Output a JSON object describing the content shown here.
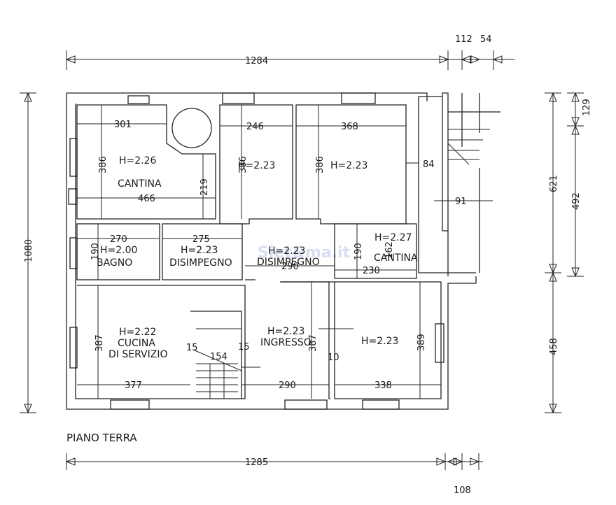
{
  "plan": {
    "title": "PIANO TERRA",
    "watermark": "Siet&ma.it",
    "overall": {
      "top_width": "1284",
      "bottom_width": "1285",
      "top_extra_a": "112",
      "top_extra_b": "54",
      "bottom_extra": "108",
      "left_height": "1080",
      "right_total": "621",
      "right_mid": "492",
      "right_small": "129",
      "right_bottom": "458"
    },
    "rooms": {
      "cantina_left": {
        "height": "H=2.26",
        "name": "CANTINA",
        "w": "301",
        "w2": "466",
        "h": "386",
        "h2": "219"
      },
      "room_246": {
        "height": "H=2.23",
        "w": "246",
        "h": "386"
      },
      "room_368": {
        "height": "H=2.23",
        "w": "368",
        "h": "386",
        "side": "84"
      },
      "stair_gap": {
        "w": "91"
      },
      "bagno": {
        "height": "H=2.00",
        "name": "BAGNO",
        "w": "270",
        "h": "190"
      },
      "disimpegno_1": {
        "height": "H=2.23",
        "name": "DISIMPEGNO",
        "w": "275"
      },
      "disimpegno_2": {
        "height": "H=2.23",
        "name": "DISIMPEGNO",
        "w": "290"
      },
      "cantina_right": {
        "height": "H=2.27",
        "name": "CANTINA",
        "w": "230",
        "h": "190",
        "h2": "162"
      },
      "cucina": {
        "height": "H=2.22",
        "name_1": "CUCINA",
        "name_2": "DI SERVIZIO",
        "w": "377",
        "h": "387"
      },
      "stair": {
        "a": "15",
        "b": "15",
        "w": "154"
      },
      "ingresso": {
        "height": "H=2.23",
        "name": "INGRESSO",
        "w": "290",
        "h": "387",
        "side": "10"
      },
      "room_338": {
        "height": "H=2.23",
        "w": "338",
        "h": "389"
      }
    }
  }
}
